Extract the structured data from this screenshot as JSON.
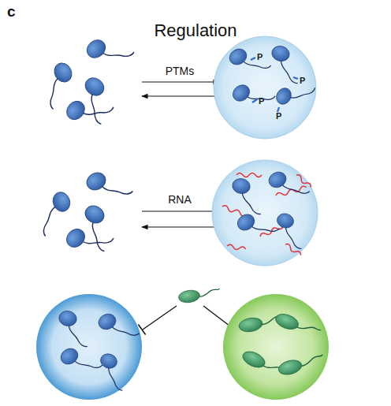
{
  "diagram": {
    "title": "Regulation",
    "nodes": [
      {
        "text": [
          "P",
          "P",
          "P",
          "P"
        ]
      }
    ],
    "labels": [
      "c",
      "PTMs",
      "RNA"
    ]
  }
}
